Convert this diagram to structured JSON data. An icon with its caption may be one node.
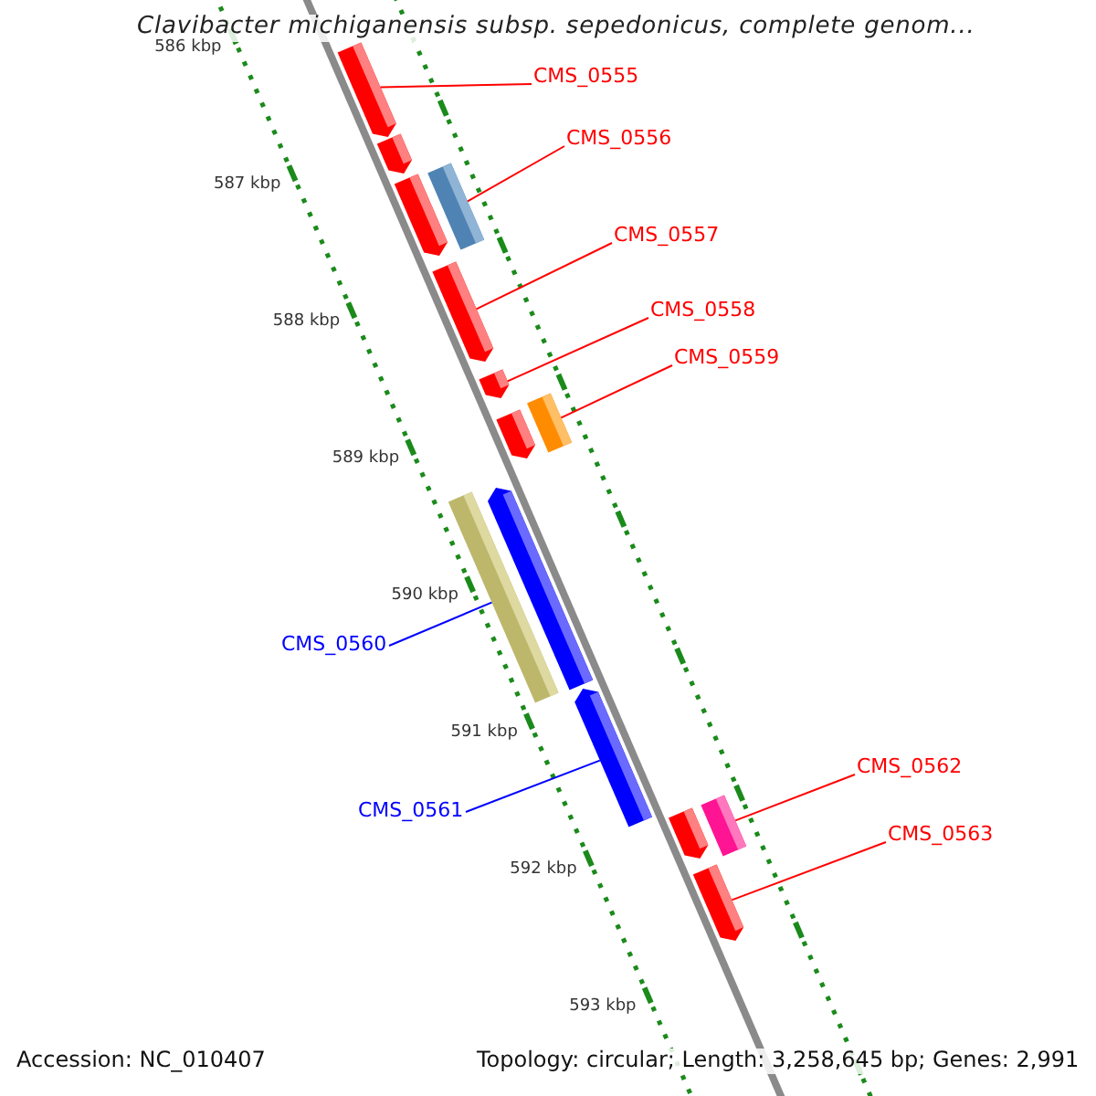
{
  "diagram": {
    "title": "Clavibacter michiganensis subsp. sepedonicus, complete genom...",
    "nodes": [
      {
        "text": [],
        "shape": "bar"
      },
      {
        "text": [],
        "shape": "bar"
      },
      {
        "text": [],
        "shape": "bar"
      },
      {
        "text": [],
        "shape": "bar"
      },
      {
        "text": [],
        "shape": "bar"
      },
      {
        "text": [],
        "shape": "bar"
      },
      {
        "text": [],
        "shape": "bar"
      },
      {
        "text": [],
        "shape": "bar"
      },
      {
        "text": [],
        "shape": "bar"
      },
      {
        "text": [],
        "shape": "bar"
      },
      {
        "text": [],
        "shape": "bar"
      },
      {
        "text": [],
        "shape": "bar"
      },
      {
        "text": [],
        "shape": "bar"
      },
      {
        "text": [],
        "shape": "bar"
      },
      {
        "text": [
          "CMS_0555"
        ]
      },
      {
        "text": [
          "CMS_0556"
        ]
      },
      {
        "text": [
          "CMS_0557"
        ]
      },
      {
        "text": [
          "CMS_0558"
        ]
      },
      {
        "text": [
          "CMS_0559"
        ]
      },
      {
        "text": [
          "CMS_0560"
        ]
      },
      {
        "text": [
          "CMS_0561"
        ]
      },
      {
        "text": [
          "CMS_0562"
        ]
      },
      {
        "text": [
          "CMS_0563"
        ]
      }
    ],
    "edges": [
      {
        "from": 14,
        "to": 0,
        "arrow": "none"
      },
      {
        "from": 15,
        "to": 2,
        "arrow": "none"
      },
      {
        "from": 16,
        "to": 4,
        "arrow": "none"
      },
      {
        "from": 17,
        "to": 5,
        "arrow": "none"
      },
      {
        "from": 18,
        "to": 6,
        "arrow": "none"
      },
      {
        "from": 19,
        "to": 8,
        "arrow": "none",
        "color": "#0000ff"
      },
      {
        "from": 20,
        "to": 10,
        "arrow": "none",
        "color": "#0000ff"
      },
      {
        "from": 21,
        "to": 11,
        "arrow": "none"
      },
      {
        "from": 22,
        "to": 13,
        "arrow": "none"
      }
    ],
    "labels": [
      "586 kbp",
      "587 kbp",
      "588 kbp",
      "589 kbp",
      "590 kbp",
      "591 kbp",
      "592 kbp",
      "593 kbp",
      "Accession: NC_010407",
      "Topology: circular; Length: 3,258,645 bp; Genes: 2,991"
    ]
  }
}
